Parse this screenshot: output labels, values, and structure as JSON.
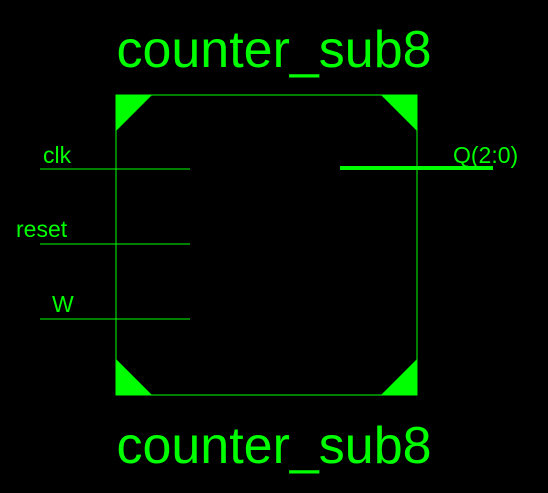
{
  "symbol": {
    "name_top": "counter_sub8",
    "name_bottom": "counter_sub8",
    "color": "#00ff00",
    "background": "#000000"
  },
  "inputs": [
    {
      "label": "clk"
    },
    {
      "label": "reset"
    },
    {
      "label": "W"
    }
  ],
  "outputs": [
    {
      "label": "Q(2:0)",
      "bus": true
    }
  ]
}
